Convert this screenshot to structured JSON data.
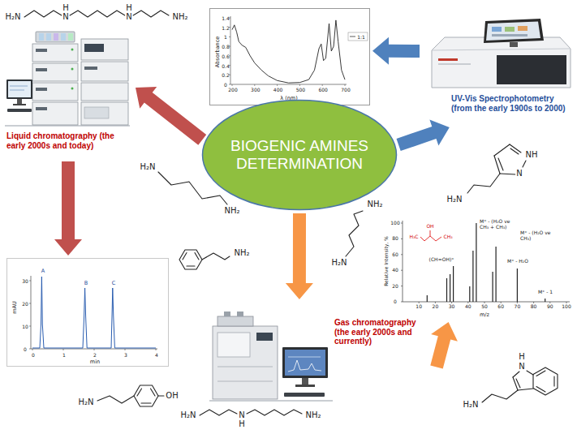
{
  "diagram": {
    "nodes": [
      {
        "text": [
          "Liquid chromatography (the early 2000s and today)"
        ]
      },
      {
        "text": [
          "Absorbance",
          "λ (nm)",
          "1:1",
          "0",
          "0.2",
          "0.4",
          "0.6",
          "0.8",
          "1",
          "1.2",
          "1.4",
          "200",
          "300",
          "400",
          "500",
          "600",
          "700"
        ]
      },
      {
        "text": [
          "UV-Vis Spectrophotometry (from the early 1900s to 2000)"
        ]
      },
      {
        "text": [
          "BIOGENIC AMINES DETERMINATION"
        ]
      },
      {
        "text": [
          "mAU",
          "min",
          "A",
          "B",
          "C",
          "0",
          "10",
          "20",
          "30",
          "0",
          "1",
          "2",
          "3",
          "4"
        ]
      },
      {
        "text": [
          "Relative Intensity, %",
          "m/z",
          "M⁺ - (H₂O ve CH₃ + CH₃)",
          "M⁺ - (H₂O ve CH₃)",
          "M⁺ - H₂O",
          "M⁺ - 1",
          "(CH=OH)⁺",
          "H₃C",
          "OH",
          "CH₃",
          "0",
          "20",
          "40",
          "60",
          "80",
          "100",
          "10",
          "20",
          "30",
          "40",
          "50",
          "60",
          "70",
          "80",
          "90",
          "100"
        ]
      },
      {
        "text": [
          "Gas chromatography (the early 2000s and currently)"
        ]
      }
    ],
    "edges": [
      {
        "from": 3,
        "to": 0,
        "arrow": "to"
      },
      {
        "from": 3,
        "to": 2,
        "arrow": "to"
      },
      {
        "from": 3,
        "to": 6,
        "arrow": "to"
      },
      {
        "from": 0,
        "to": 4,
        "arrow": "to"
      },
      {
        "from": 2,
        "to": 1,
        "arrow": "to"
      },
      {
        "from": 6,
        "to": 5,
        "arrow": "to"
      }
    ],
    "labels": [
      "H₂N",
      "H",
      "N",
      "H",
      "N",
      "NH₂",
      "H₂N",
      "NH₂",
      "NH₂",
      "NH₂",
      "H₂N",
      "NH",
      "N",
      "H₂N",
      "H₂N",
      "OH",
      "H₂N",
      "N",
      "H",
      "NH₂",
      "H",
      "N",
      "H₂N"
    ]
  }
}
